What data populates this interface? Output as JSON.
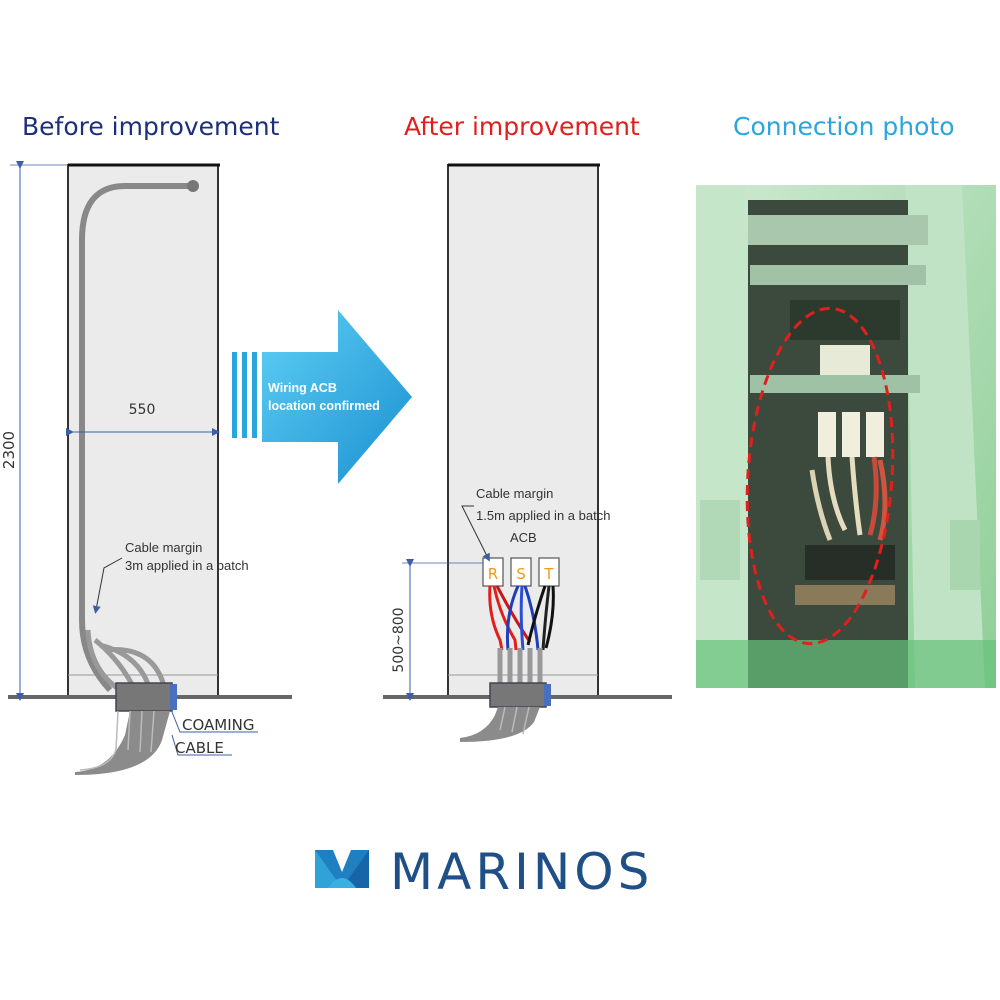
{
  "headings": {
    "before": "Before improvement",
    "after": "After improvement",
    "photo": "Connection photo"
  },
  "before": {
    "height_dim": "2300",
    "width_dim": "550",
    "margin_line1": "Cable margin",
    "margin_line2": "3m applied in a batch",
    "coaming": "COAMING",
    "cable": "CABLE"
  },
  "arrow": {
    "line1": "Wiring ACB",
    "line2": "location confirmed"
  },
  "after": {
    "margin_line1": "Cable margin",
    "margin_line2": "1.5m applied in a batch",
    "acb": "ACB",
    "phase_r": "R",
    "phase_s": "S",
    "phase_t": "T",
    "height_dim": "500~800"
  },
  "brand": {
    "name": "MARINOS"
  },
  "colors": {
    "before_heading": "#1c2f7a",
    "after_heading": "#e0201c",
    "photo_heading": "#2aa6dc",
    "arrow": "#2aa6dc",
    "brand": "#1f4f87"
  }
}
